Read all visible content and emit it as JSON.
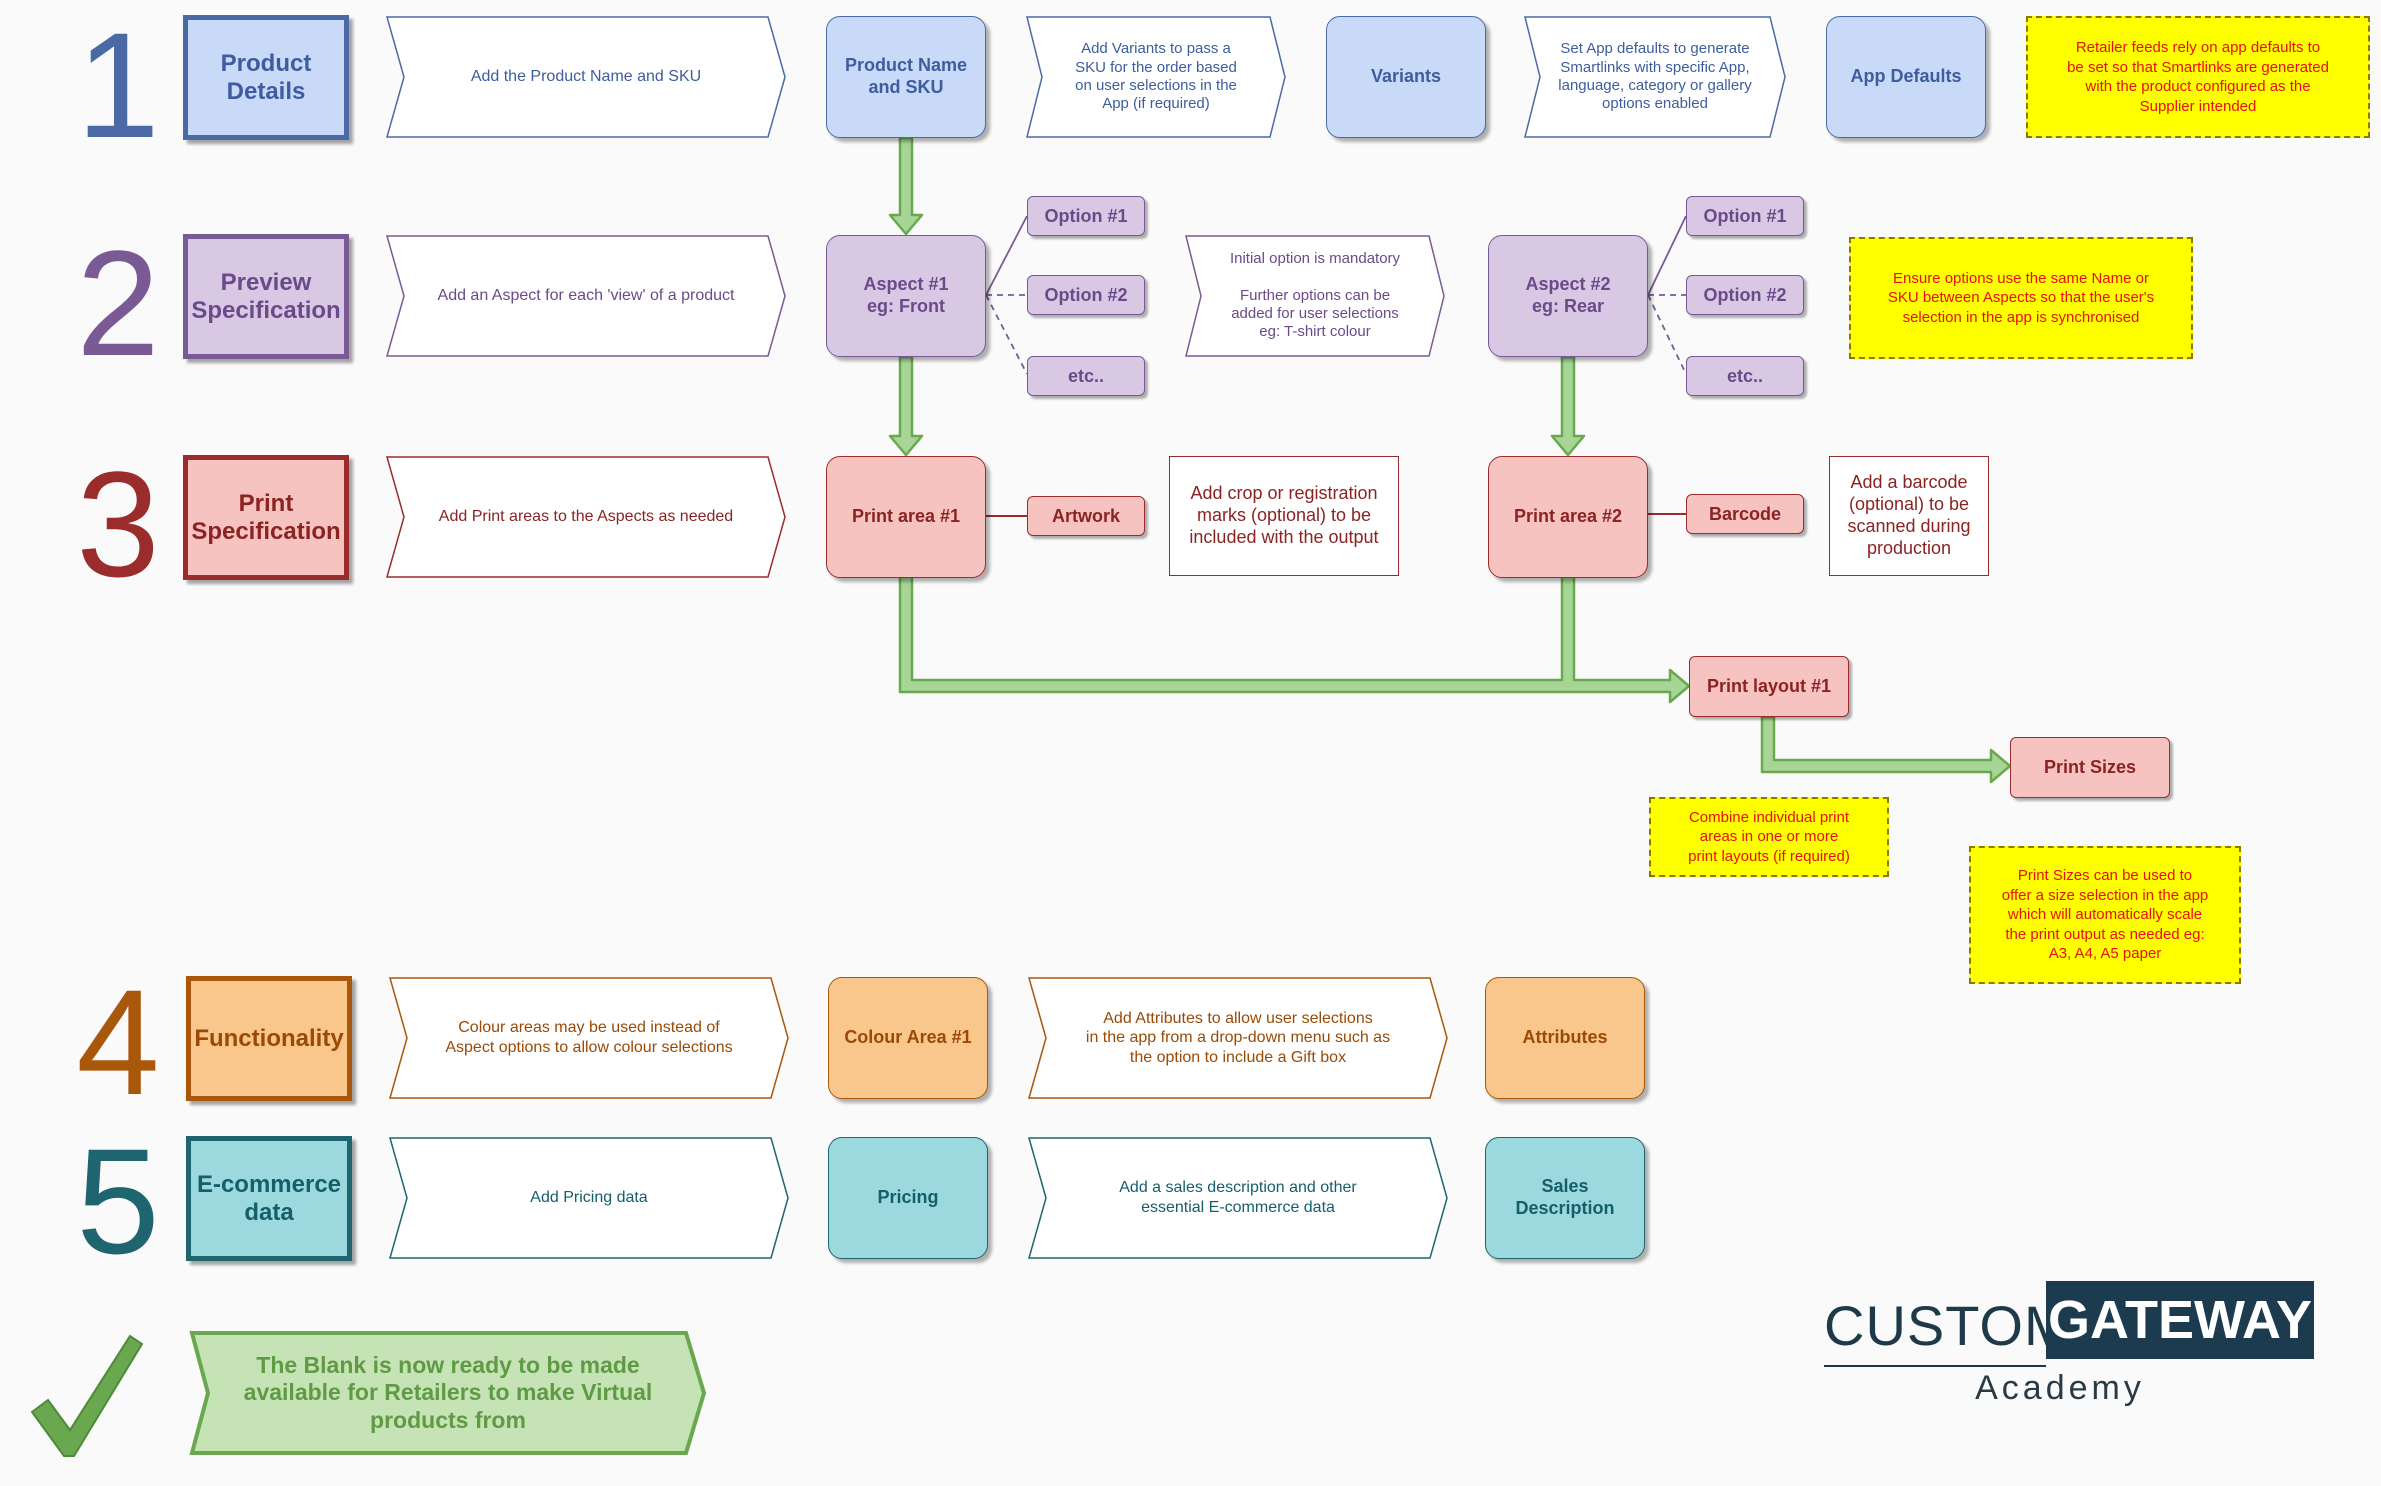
{
  "colors": {
    "blue_dark": "#4b6aa5",
    "blue_fill": "#c9daf8",
    "blue_text": "#3d5d9f",
    "purple_dark": "#7a5a95",
    "purple_fill": "#d8c8e4",
    "purple_text": "#6b4a8a",
    "red_dark": "#9b2c2c",
    "red_fill": "#f6c3c0",
    "red_text": "#8b2323",
    "orange_dark": "#a9570b",
    "orange_fill": "#f9c68b",
    "orange_text": "#9a4a06",
    "teal_dark": "#1e6570",
    "teal_fill": "#9cd9de",
    "teal_text": "#155e6a",
    "green_dark": "#6aa84f",
    "green_fill": "#c6e3b5",
    "green_text": "#5f9a45",
    "arrow_green": "#a6d596",
    "note_yellow": "#ffff00",
    "note_text": "#e81010"
  },
  "rows": [
    {
      "number": "1",
      "stage": "Product\nDetails",
      "chevrons": [
        "Add the Product Name and SKU",
        "Add Variants to pass a\nSKU for the order based\non user selections in the\nApp (if required)",
        "Set App defaults to generate\nSmartlinks with specific App,\nlanguage, category or gallery\noptions enabled"
      ],
      "boxes": [
        "Product Name\nand SKU",
        "Variants",
        "App Defaults"
      ],
      "note": "Retailer feeds rely on app defaults to\nbe set so that Smartlinks are generated\nwith the product configured as the\nSupplier intended"
    },
    {
      "number": "2",
      "stage": "Preview\nSpecification",
      "chevrons": [
        "Add an Aspect for each 'view' of a product",
        "Initial option is mandatory\n\nFurther options can be\nadded for user selections\neg: T-shirt colour"
      ],
      "boxes": [
        "Aspect #1\neg: Front",
        "Aspect #2\neg: Rear"
      ],
      "options_a": [
        "Option #1",
        "Option #2",
        "etc.."
      ],
      "options_b": [
        "Option #1",
        "Option #2",
        "etc.."
      ],
      "note": "Ensure options use the same Name or\nSKU between Aspects so that the user's\nselection in the app is synchronised"
    },
    {
      "number": "3",
      "stage": "Print\nSpecification",
      "chevrons": [
        "Add Print areas to the Aspects as needed"
      ],
      "boxes": [
        "Print area #1",
        "Print area #2"
      ],
      "attach": [
        "Artwork",
        "Barcode"
      ],
      "plain": [
        "Add crop or registration\nmarks (optional) to be\nincluded with the output",
        "Add a barcode\n(optional) to be\nscanned during\nproduction"
      ],
      "layout": "Print layout #1",
      "sizes": "Print Sizes",
      "note_layout": "Combine individual print\nareas in one or more\nprint layouts (if required)",
      "note_sizes": "Print Sizes can be used to\noffer a size selection in the app\nwhich will automatically scale\nthe print output as needed eg:\nA3, A4, A5 paper"
    },
    {
      "number": "4",
      "stage": "Functionality",
      "chevrons": [
        "Colour areas may be used instead of\nAspect options to allow colour selections",
        "Add Attributes to allow user selections\nin the app from a drop-down menu such as\nthe option to include a Gift box"
      ],
      "boxes": [
        "Colour Area #1",
        "Attributes"
      ]
    },
    {
      "number": "5",
      "stage": "E-commerce\ndata",
      "chevrons": [
        "Add Pricing data",
        "Add a sales description and other\nessential E-commerce data"
      ],
      "boxes": [
        "Pricing",
        "Sales\nDescription"
      ]
    }
  ],
  "final": {
    "check_icon": "check-mark-icon",
    "text": "The Blank is now ready to be made\navailable for Retailers to make Virtual\nproducts from"
  },
  "logo": {
    "word1": "CUSTOM",
    "word2": "GATEWAY",
    "word3": "Academy"
  }
}
